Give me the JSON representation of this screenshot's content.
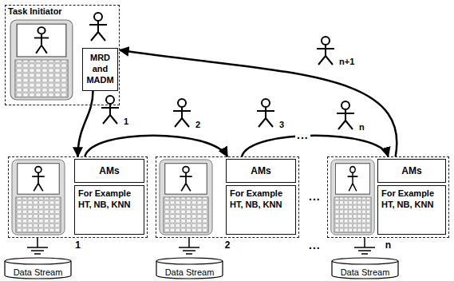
{
  "diagram": {
    "nodes": [
      {
        "text": [
          "Task Initiator"
        ]
      },
      {
        "text": [
          "MRD and MADM"
        ],
        "in": 0
      },
      {
        "text": [
          "1"
        ]
      },
      {
        "text": [
          "AMs"
        ],
        "in": 2
      },
      {
        "text": [
          "For Example HT, NB, KNN"
        ],
        "in": 2
      },
      {
        "text": [
          "2"
        ]
      },
      {
        "text": [
          "AMs"
        ],
        "in": 5
      },
      {
        "text": [
          "For Example HT, NB, KNN"
        ],
        "in": 5
      },
      {
        "text": [
          "n"
        ]
      },
      {
        "text": [
          "AMs"
        ],
        "in": 8
      },
      {
        "text": [
          "For Example HT, NB, KNN"
        ],
        "in": 8
      },
      {
        "text": [
          "Data Stream"
        ]
      },
      {
        "text": [
          "Data Stream"
        ]
      },
      {
        "text": [
          "Data Stream"
        ]
      }
    ],
    "edges": [
      {
        "from": 1,
        "to": 2,
        "arrow": "to"
      },
      {
        "from": 2,
        "to": 5,
        "arrow": "to"
      },
      {
        "from": 5,
        "to": 8,
        "arrow": "to"
      },
      {
        "from": 8,
        "to": 0,
        "arrow": "to"
      }
    ],
    "labels": [
      "1",
      "2",
      "3",
      "n",
      "n+1",
      "...",
      "...",
      "..."
    ]
  }
}
